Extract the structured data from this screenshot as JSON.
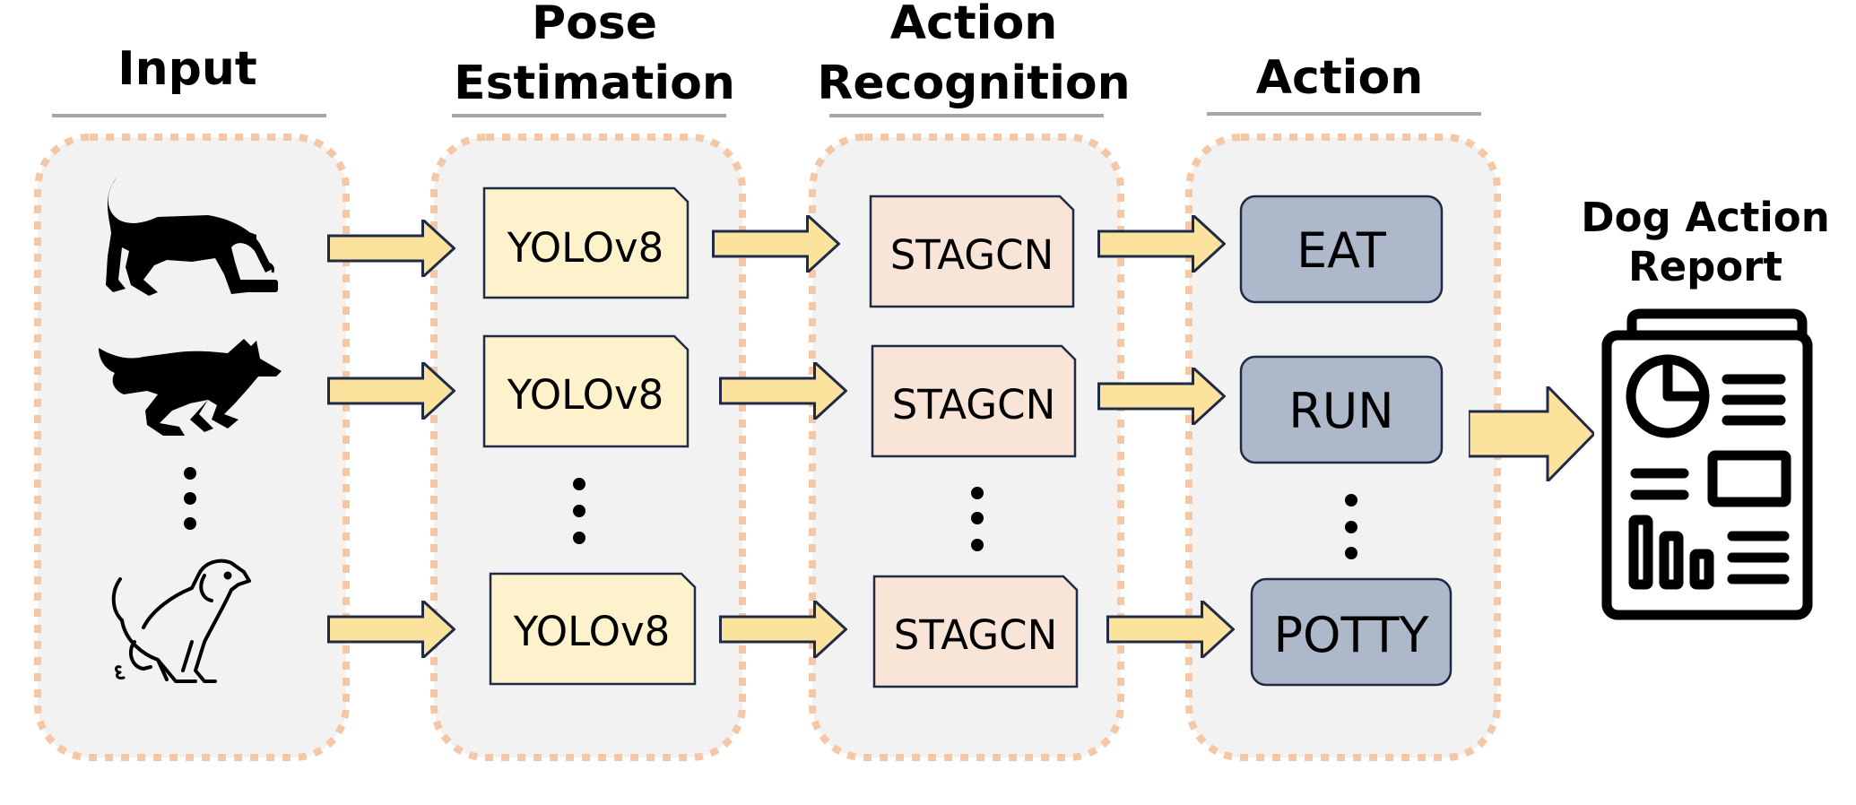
{
  "columns": {
    "input": {
      "title": "Input"
    },
    "pose": {
      "title_line1": "Pose",
      "title_line2": "Estimation"
    },
    "recognition": {
      "title_line1": "Action",
      "title_line2": "Recognition"
    },
    "action": {
      "title": "Action"
    }
  },
  "pose_boxes": [
    "YOLOv8",
    "YOLOv8",
    "YOLOv8"
  ],
  "recognition_boxes": [
    "STAGCN",
    "STAGCN",
    "STAGCN"
  ],
  "actions": [
    "EAT",
    "RUN",
    "POTTY"
  ],
  "report": {
    "title_line1": "Dog Action",
    "title_line2": "Report"
  },
  "icons": {
    "inputs": [
      "dog-eating-icon",
      "dog-running-icon",
      "dog-potty-icon"
    ],
    "report": "report-document-icon"
  },
  "colors": {
    "panel_fill": "#f2f2f2",
    "panel_border": "#f4c7a6",
    "header_rule": "#a6a6a6",
    "pose_fill": "#fdf2cc",
    "recognition_fill": "#f8e5d8",
    "action_fill": "#adb9ca",
    "arrow_fill": "#fbe29d"
  }
}
